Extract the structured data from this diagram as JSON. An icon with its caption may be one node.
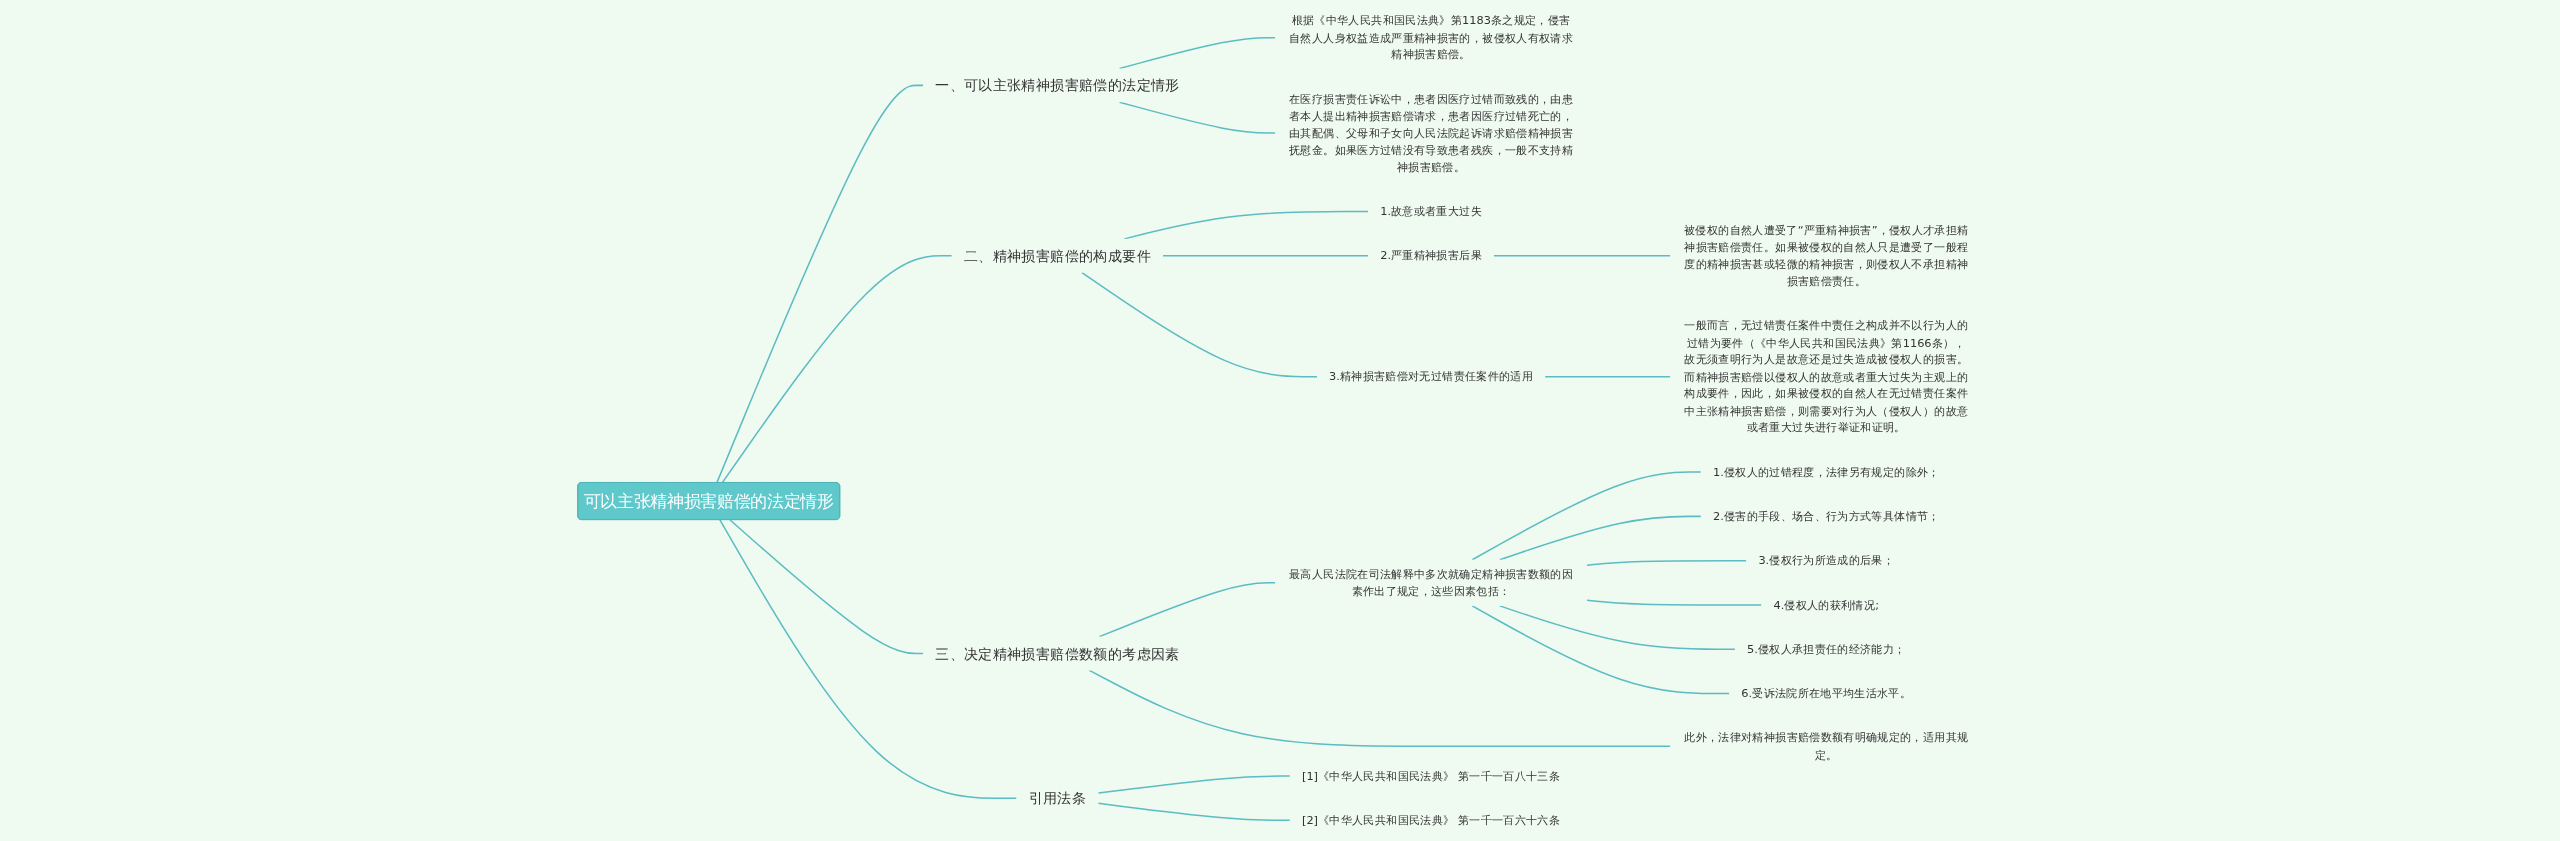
{
  "diagram": {
    "nodes": [
      {
        "text": [
          "可以主张精神损害赔偿的法定情形"
        ]
      },
      {
        "text": [
          "一、可以主张精神损害赔偿的法定情形"
        ]
      },
      {
        "text": [
          "根据《中华人民共和国民法典》第1183条之规定，侵害自然人人身权益造成严重精神损害的，被侵权人有权请求精神损害赔偿。"
        ]
      },
      {
        "text": [
          "在医疗损害责任诉讼中，患者因医疗过错而致残的，由患者本人提出精神损害赔偿请求，患者因医疗过错死亡的，由其配偶、父母和子女向人民法院起诉请求赔偿精神损害抚慰金。如果医方过错没有导致患者残疾，一般不支持精神损害赔偿。"
        ]
      },
      {
        "text": [
          "二、精神损害赔偿的构成要件"
        ]
      },
      {
        "text": [
          "1.故意或者重大过失"
        ]
      },
      {
        "text": [
          "2.严重精神损害后果"
        ]
      },
      {
        "text": [
          "被侵权的自然人遭受了“严重精神损害”，侵权人才承担精神损害赔偿责任。如果被侵权的自然人只是遭受了一般程度的精神损害甚或轻微的精神损害，则侵权人不承担精神损害赔偿责任。"
        ]
      },
      {
        "text": [
          "3.精神损害赔偿对无过错责任案件的适用"
        ]
      },
      {
        "text": [
          "一般而言，无过错责任案件中责任之构成并不以行为人的过错为要件（《中华人民共和国民法典》第1166条），故无须查明行为人是故意还是过失造成被侵权人的损害。而精神损害赔偿以侵权人的故意或者重大过失为主观上的构成要件，因此，如果被侵权的自然人在无过错责任案件中主张精神损害赔偿，则需要对行为人（侵权人）的故意或者重大过失进行举证和证明。"
        ]
      },
      {
        "text": [
          "三、决定精神损害赔偿数额的考虑因素"
        ]
      },
      {
        "text": [
          "最高人民法院在司法解释中多次就确定精神损害数额的因素作出了规定，这些因素包括："
        ]
      },
      {
        "text": [
          "1.侵权人的过错程度，法律另有规定的除外；"
        ]
      },
      {
        "text": [
          "2.侵害的手段、场合、行为方式等具体情节；"
        ]
      },
      {
        "text": [
          "3.侵权行为所造成的后果；"
        ]
      },
      {
        "text": [
          "4.侵权人的获利情况;"
        ]
      },
      {
        "text": [
          "5.侵权人承担责任的经济能力；"
        ]
      },
      {
        "text": [
          "6.受诉法院所在地平均生活水平。"
        ]
      },
      {
        "text": [
          "此外，法律对精神损害赔偿数额有明确规定的，适用其规定。"
        ]
      },
      {
        "text": [
          "引用法条"
        ]
      },
      {
        "text": [
          "[1]《中华人民共和国民法典》 第一千一百八十三条"
        ]
      },
      {
        "text": [
          "[2]《中华人民共和国民法典》 第一千一百六十六条"
        ]
      }
    ],
    "edges": [
      {
        "from": 0,
        "to": 1,
        "arrow": "none"
      },
      {
        "from": 1,
        "to": 2,
        "arrow": "none"
      },
      {
        "from": 1,
        "to": 3,
        "arrow": "none"
      },
      {
        "from": 0,
        "to": 4,
        "arrow": "none"
      },
      {
        "from": 4,
        "to": 5,
        "arrow": "none"
      },
      {
        "from": 4,
        "to": 6,
        "arrow": "none"
      },
      {
        "from": 6,
        "to": 7,
        "arrow": "none"
      },
      {
        "from": 4,
        "to": 8,
        "arrow": "none"
      },
      {
        "from": 8,
        "to": 9,
        "arrow": "none"
      },
      {
        "from": 0,
        "to": 10,
        "arrow": "none"
      },
      {
        "from": 10,
        "to": 11,
        "arrow": "none"
      },
      {
        "from": 11,
        "to": 12,
        "arrow": "none"
      },
      {
        "from": 11,
        "to": 13,
        "arrow": "none"
      },
      {
        "from": 11,
        "to": 14,
        "arrow": "none"
      },
      {
        "from": 11,
        "to": 15,
        "arrow": "none"
      },
      {
        "from": 11,
        "to": 16,
        "arrow": "none"
      },
      {
        "from": 11,
        "to": 17,
        "arrow": "none"
      },
      {
        "from": 10,
        "to": 18,
        "arrow": "none"
      },
      {
        "from": 0,
        "to": 19,
        "arrow": "none"
      },
      {
        "from": 19,
        "to": 20,
        "arrow": "none"
      },
      {
        "from": 19,
        "to": 21,
        "arrow": "none"
      }
    ]
  }
}
